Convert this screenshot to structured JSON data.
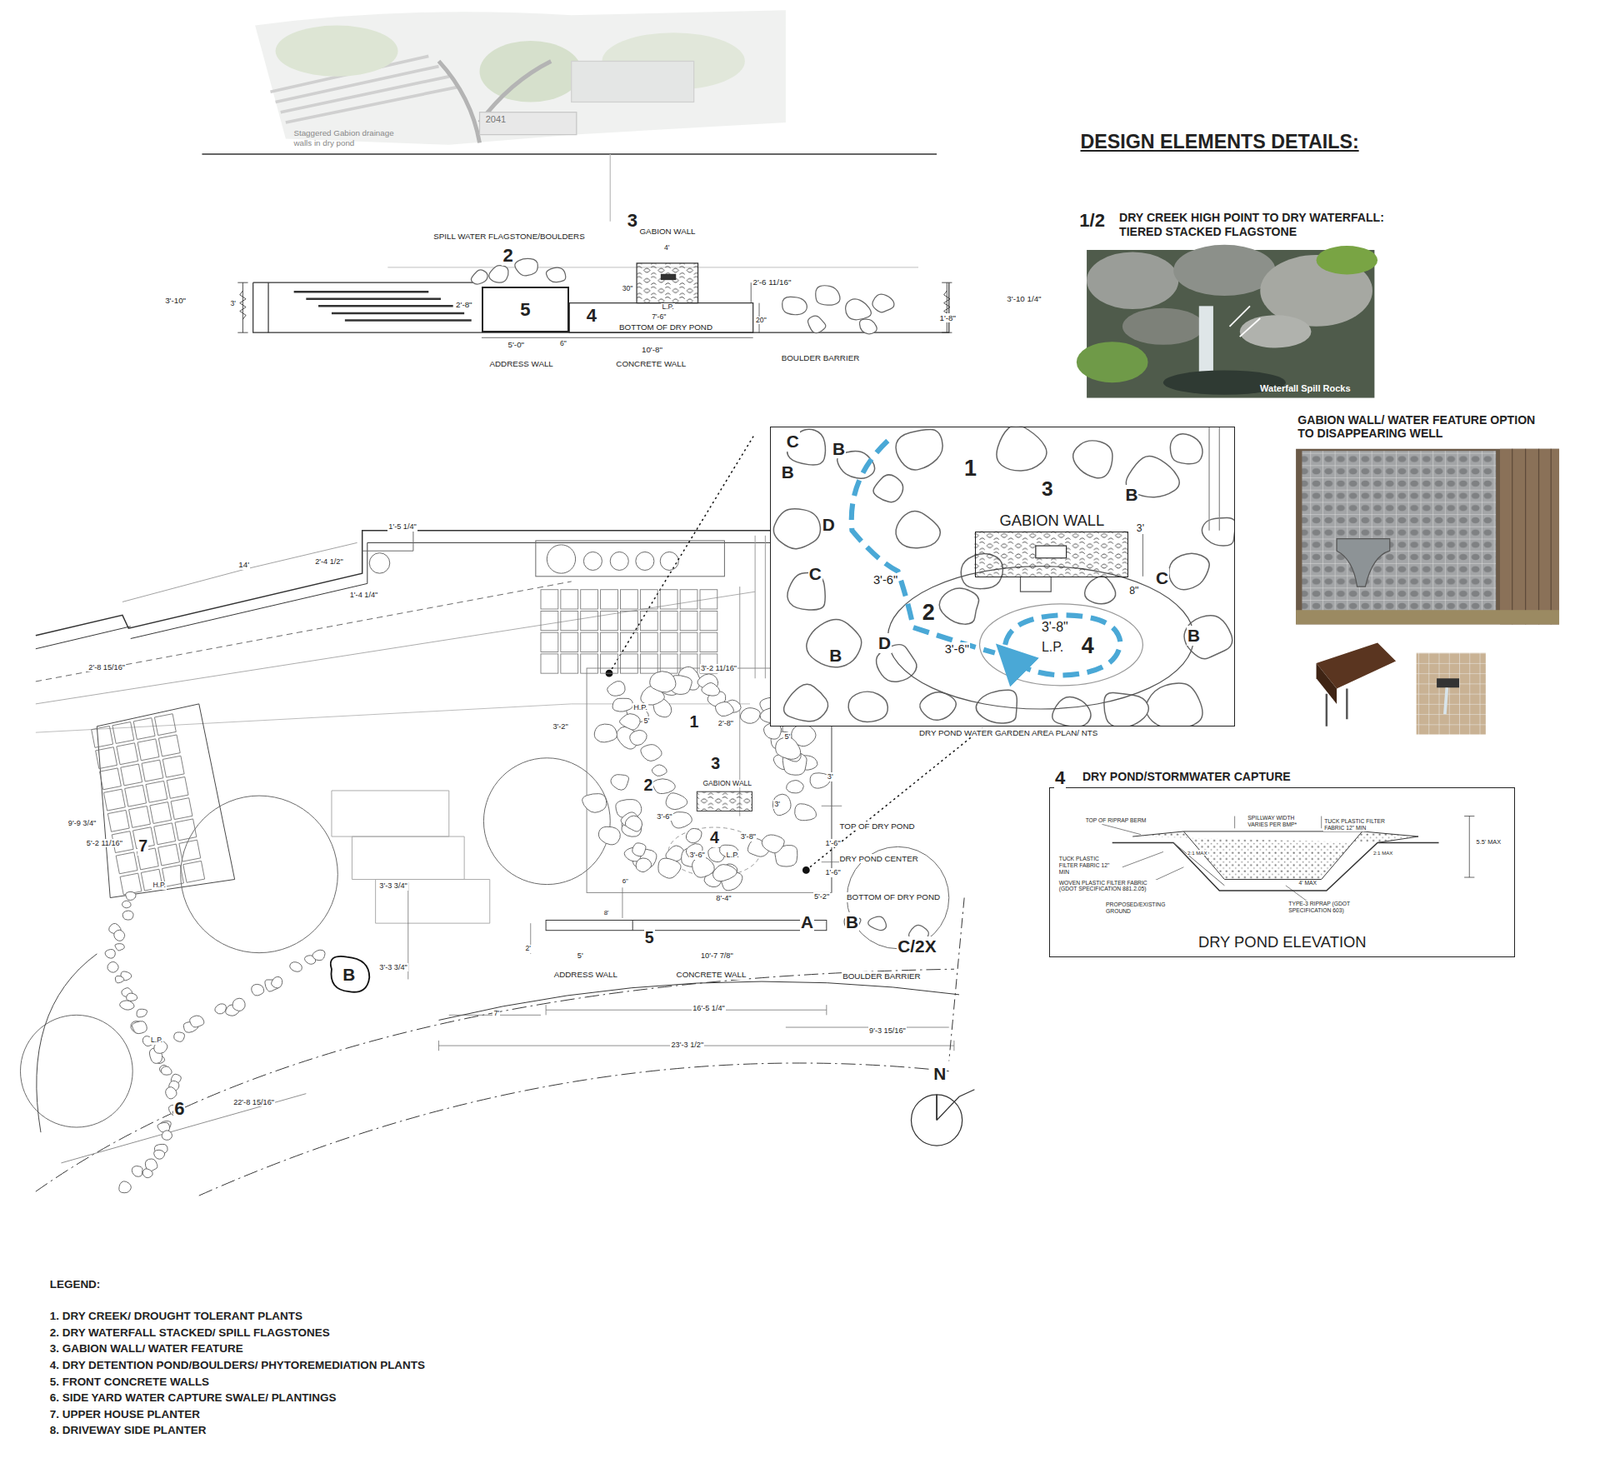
{
  "diagram": {
    "title": "DESIGN ELEMENTS DETAILS:",
    "nodes": [
      {
        "text": [
          "DRY POND WATER GARDEN AREA PLAN/ NTS"
        ]
      },
      {
        "text": [
          "GABION WALL"
        ],
        "in": 0
      },
      {
        "text": [
          "DRY POND ELEVATION"
        ]
      },
      {
        "text": [
          "5"
        ]
      }
    ],
    "labels": [
      "2041",
      "Staggered Gabion drainage walls in dry pond",
      "1/2",
      "DRY CREEK HIGH POINT TO DRY WATERFALL: TIERED STACKED FLAGSTONE",
      "Waterfall Spill Rocks",
      "GABION WALL/ WATER FEATURE OPTION TO DISAPPEARING WELL",
      "4",
      "DRY POND/STORMWATER CAPTURE",
      "TOP OF RIPRAP BERM",
      "SPILLWAY WIDTH VARIES PER BMP*",
      "TUCK PLASTIC FILTER FABRIC 12\" MIN",
      "TUCK PLASTIC FILTER FABRIC 12\" MIN",
      "WOVEN PLASTIC FILTER FABRIC (GDOT SPECIFICATION 881.2.05)",
      "PROPOSED/EXISTING GROUND",
      "TYPE-3 RIPRAP (GDOT SPECIFICATION 603)",
      "5.5' MAX",
      "4' MAX",
      "2:1 MAX",
      "2:1 MAX",
      "SPILL WATER FLAGSTONE/BOULDERS",
      "2",
      "3",
      "GABION WALL",
      "4'",
      "3'-10\"",
      "3'",
      "2'-8\"",
      "30\"",
      "L.P.",
      "4",
      "7'-6\"",
      "BOTTOM OF DRY POND",
      "20\"",
      "2'-6 11/16\"",
      "3'-10 1/4\"",
      "1'-8\"",
      "5'-0\"",
      "6\"",
      "10'-8\"",
      "ADDRESS WALL",
      "CONCRETE WALL",
      "BOULDER BARRIER",
      "C",
      "B",
      "B",
      "1",
      "3",
      "B",
      "D",
      "3'",
      "C",
      "3'-6\"",
      "C",
      "8\"",
      "2",
      "3'-8\"",
      "4",
      "B",
      "D",
      "3'-6\"",
      "L.P.",
      "B",
      "14'",
      "1'-5 1/4\"",
      "2'-4 1/2\"",
      "1'-4 1/4\"",
      "2'-8 15/16\"",
      "3'-2 11/16\"",
      "3'-2\"",
      "H.P.",
      "5'",
      "1",
      "2'-8\"",
      "5'",
      "2",
      "3",
      "GABION WALL",
      "3'",
      "3'",
      "3'-6\"",
      "TOP OF DRY POND",
      "4",
      "3'-8\"",
      "1'-6\"",
      "3'-6\"",
      "L.P.",
      "DRY POND CENTER",
      "1'-6\"",
      "8'-4\"",
      "5'-2\"",
      "BOTTOM OF DRY POND",
      "6\"",
      "8'",
      "A",
      "B",
      "C/2X",
      "2'",
      "5",
      "5'",
      "10'-7 7/8\"",
      "ADDRESS WALL",
      "CONCRETE WALL",
      "BOULDER BARRIER",
      "3'-3 3/4\"",
      "3'-3 3/4\"",
      "B",
      "7'",
      "16'-5 1/4\"",
      "9'-3 15/16\"",
      "23'-3 1/2\"",
      "9'-9 3/4\"",
      "5'-2 11/16\"",
      "7",
      "H.P.",
      "L.P.",
      "6",
      "22'-8 15/16\"",
      "N",
      "LEGEND:"
    ],
    "legend": [
      {
        "text": "1. DRY CREEK/ DROUGHT TOLERANT PLANTS"
      },
      {
        "text": "2. DRY WATERFALL STACKED/ SPILL FLAGSTONES"
      },
      {
        "text": "3. GABION WALL/ WATER FEATURE"
      },
      {
        "text": "4. DRY DETENTION POND/BOULDERS/ PHYTOREMEDIATION PLANTS"
      },
      {
        "text": "5. FRONT CONCRETE WALLS"
      },
      {
        "text": "6. SIDE YARD WATER CAPTURE SWALE/ PLANTINGS"
      },
      {
        "text": "7. UPPER HOUSE PLANTER"
      },
      {
        "text": "8. DRIVEWAY SIDE PLANTER"
      }
    ]
  }
}
